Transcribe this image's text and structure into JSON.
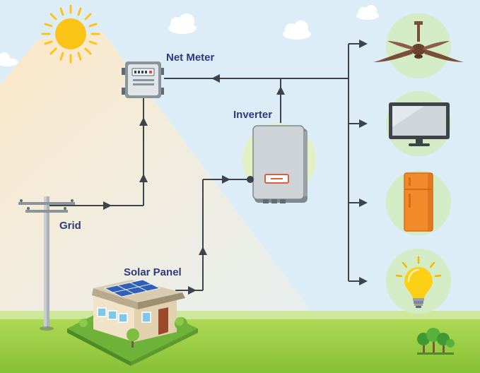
{
  "labels": {
    "net_meter": "Net Meter",
    "inverter": "Inverter",
    "grid": "Grid",
    "solar_panel": "Solar Panel"
  },
  "appliances": [
    "ceiling-fan",
    "television",
    "refrigerator",
    "light-bulb"
  ],
  "colors": {
    "sky": "#dcedf8",
    "ground": "#9ccf3c",
    "line": "#3d4348",
    "label": "#2f3a7a",
    "sun": "#fcc419",
    "appliance_circle": "#d4ecc5"
  }
}
